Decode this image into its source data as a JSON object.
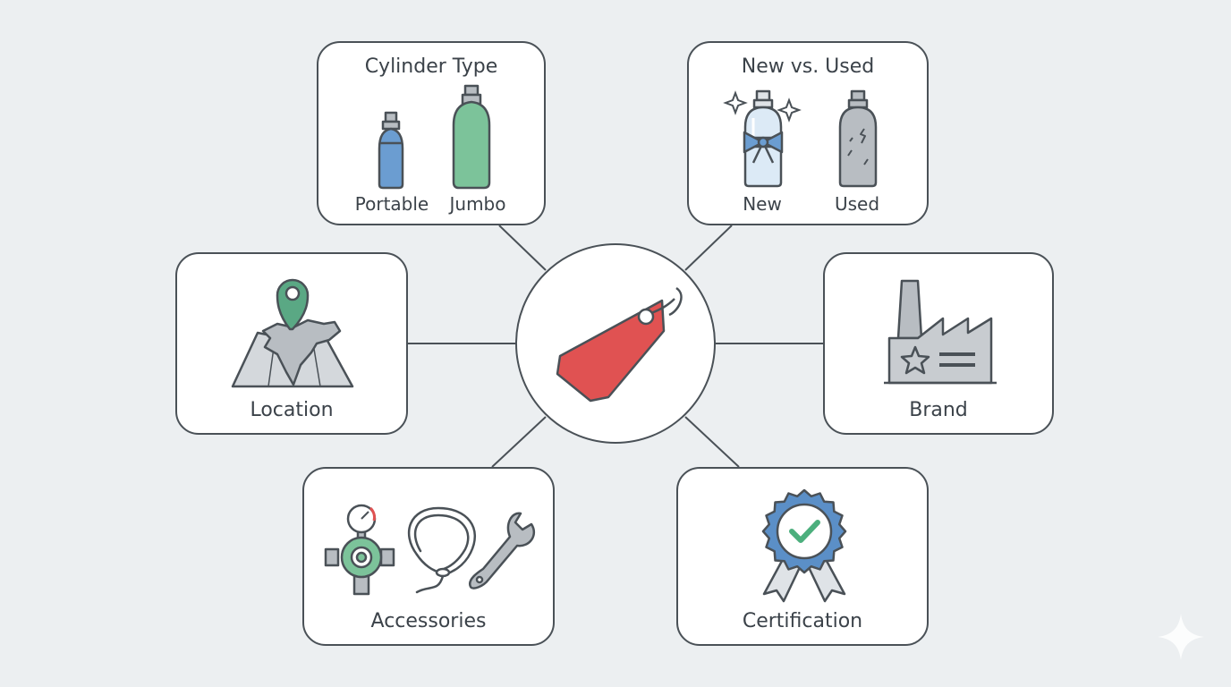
{
  "colors": {
    "background": "#eceff1",
    "card_border": "#4a5157",
    "tag_red": "#e05252",
    "pin_green": "#5aa884",
    "portable_blue": "#6b9dd1",
    "jumbo_green": "#7cc39a",
    "rosette_blue": "#5b8fc7",
    "check_green": "#4caf7d",
    "metal_gray": "#b8bdc2"
  },
  "center": {
    "icon": "price-tag-icon"
  },
  "nodes": {
    "cylinder_type": {
      "title": "Cylinder Type",
      "options": [
        "Portable",
        "Jumbo"
      ],
      "icons": [
        "portable-cylinder-icon",
        "jumbo-cylinder-icon"
      ]
    },
    "new_vs_used": {
      "title": "New vs. Used",
      "options": [
        "New",
        "Used"
      ],
      "icons": [
        "new-cylinder-icon",
        "used-cylinder-icon"
      ]
    },
    "location": {
      "title": "Location",
      "icon": "map-pin-icon"
    },
    "brand": {
      "title": "Brand",
      "icon": "factory-icon"
    },
    "accessories": {
      "title": "Accessories",
      "icons": [
        "regulator-icon",
        "cannula-icon",
        "wrench-icon"
      ]
    },
    "certification": {
      "title": "Certification",
      "icon": "badge-check-icon"
    }
  }
}
